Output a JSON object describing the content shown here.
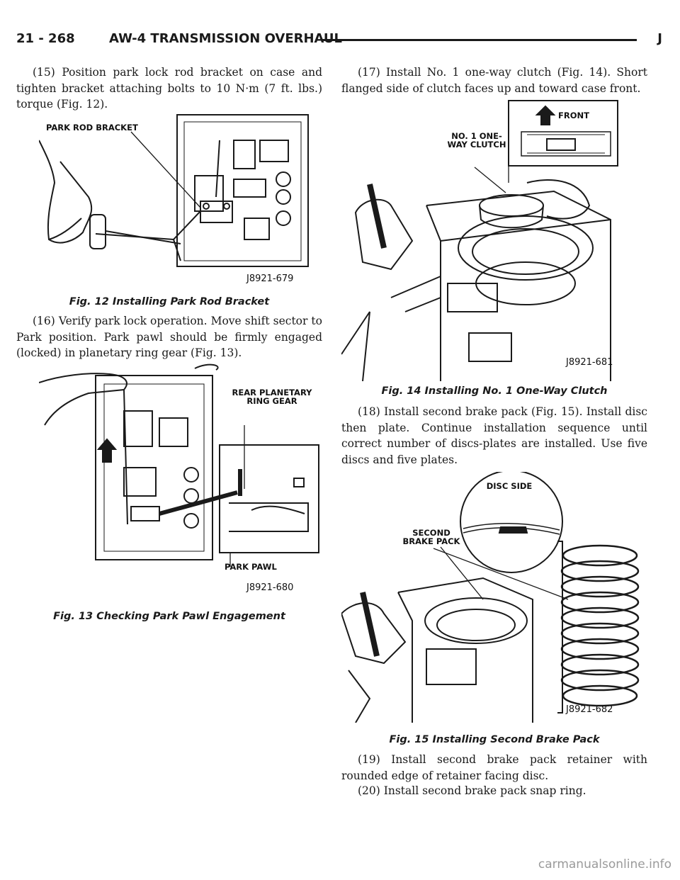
{
  "header": {
    "page_number": "21 - 268",
    "section_title": "AW-4 TRANSMISSION OVERHAUL",
    "edition_mark": "J"
  },
  "left_column": {
    "step15": "(15) Position park lock rod bracket on case and tighten bracket attaching bolts to 10 N·m (7 ft. lbs.) torque (Fig. 12).",
    "fig12": {
      "callout_bracket": "PARK ROD BRACKET",
      "figure_id": "J8921-679",
      "caption": "Fig. 12 Installing Park Rod Bracket"
    },
    "step16": "(16) Verify park lock operation. Move shift sector to Park position. Park pawl should be firmly engaged (locked) in planetary ring gear (Fig. 13).",
    "fig13": {
      "callout_ring_gear": "REAR PLANETARY RING GEAR",
      "callout_pawl": "PARK PAWL",
      "figure_id": "J8921-680",
      "caption": "Fig. 13 Checking Park Pawl Engagement"
    }
  },
  "right_column": {
    "step17": "(17) Install No. 1 one-way clutch (Fig. 14). Short flanged side of clutch faces up and toward case front.",
    "fig14": {
      "callout_front": "FRONT",
      "callout_clutch": "NO. 1 ONE-WAY CLUTCH",
      "figure_id": "J8921-681",
      "caption": "Fig. 14 Installing No. 1 One-Way Clutch"
    },
    "step18": "(18) Install second brake pack (Fig. 15). Install disc then plate. Continue installation sequence until correct number of discs-plates are installed. Use five discs and five plates.",
    "fig15": {
      "callout_disc_side": "DISC SIDE",
      "callout_brake_pack": "SECOND BRAKE PACK",
      "figure_id": "J8921-682",
      "caption": "Fig. 15 Installing Second Brake Pack"
    },
    "step19": "(19) Install second brake pack retainer with rounded edge of retainer facing disc.",
    "step20": "(20) Install second brake pack snap ring."
  },
  "watermark": "carmanualsonline.info"
}
